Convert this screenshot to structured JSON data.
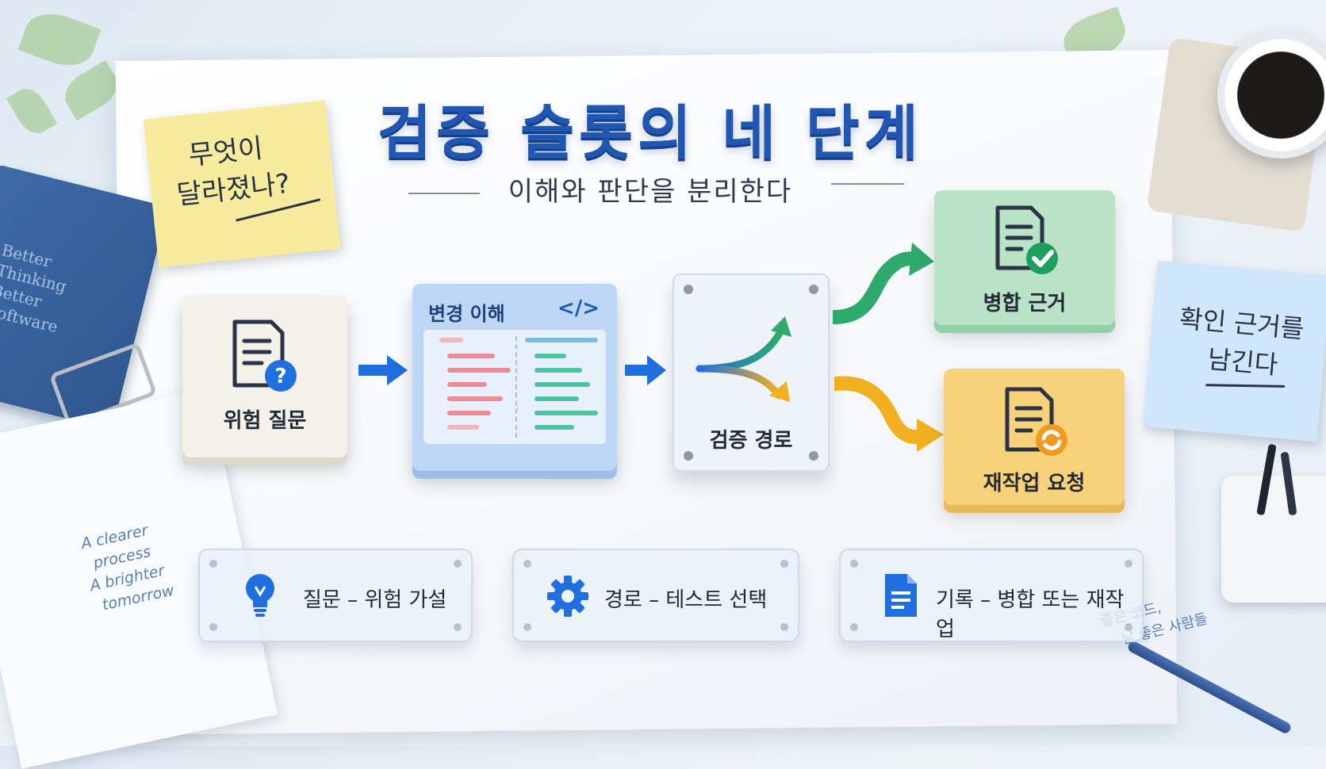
{
  "title": "검증 슬롯의 네 단계",
  "subtitle": "이해와 판단을 분리한다",
  "sticky_notes": {
    "question": {
      "line1": "무엇이",
      "line2": "달라졌나?"
    },
    "evidence": {
      "line1": "확인 근거를",
      "line2": "남긴다"
    }
  },
  "decor": {
    "book": [
      "Better",
      "Thinking",
      "Better",
      "Software"
    ],
    "sheet": [
      "A clearer",
      "process",
      "A brighter",
      "tomorrow"
    ],
    "card_note": [
      "좋은 코드,",
      "남 좋은 사람들"
    ]
  },
  "flow": {
    "risk_question": "위험 질문",
    "change_understanding": "변경 이해",
    "code_glyph": "</>",
    "verification_path": "검증 경로",
    "merge_evidence": "병합 근거",
    "rework_request": "재작업 요청"
  },
  "legend": [
    {
      "label": "질문 – 위험 가설",
      "icon": "lightbulb-icon"
    },
    {
      "label": "경로 – 테스트 선택",
      "icon": "gear-icon"
    },
    {
      "label": "기록 – 병합 또는 재작업",
      "icon": "document-icon"
    }
  ],
  "colors": {
    "title": "#1f57b3",
    "accent_blue": "#1f6fe0",
    "green": "#2eaa6c",
    "yellow": "#f0b020"
  }
}
